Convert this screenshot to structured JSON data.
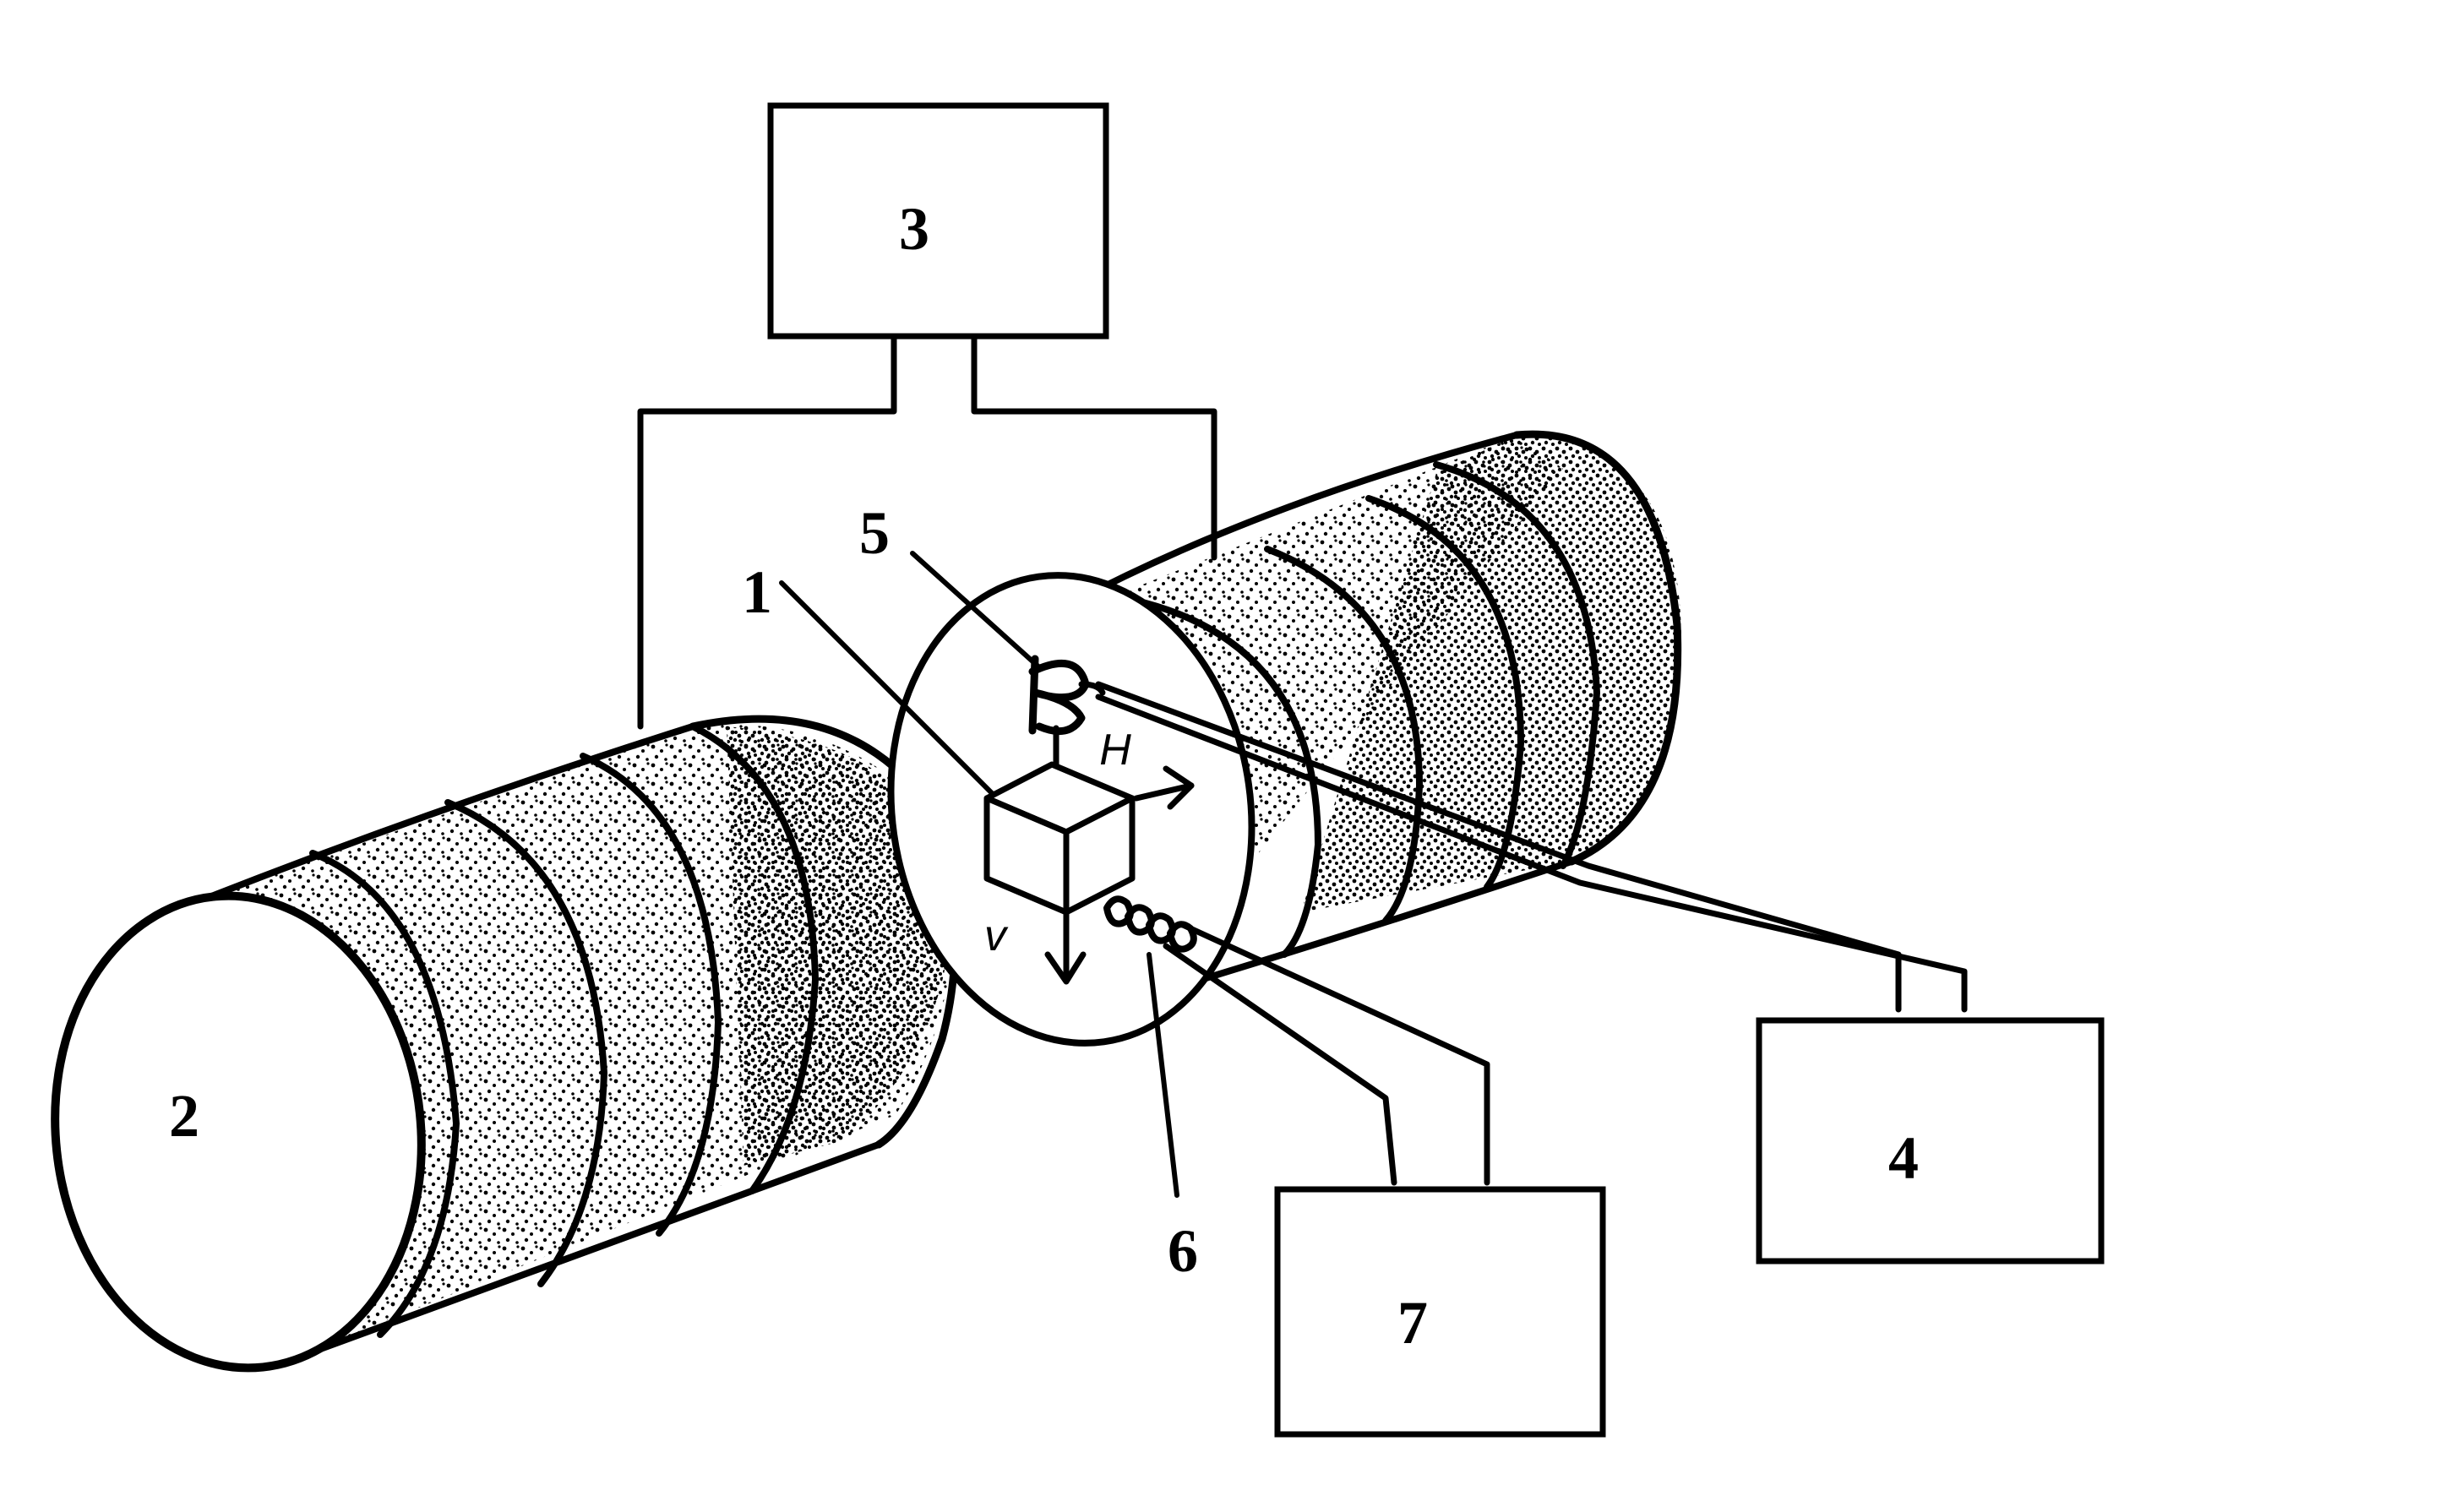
{
  "labels": {
    "part1": "1",
    "part2": "2",
    "part3": "3",
    "part4": "4",
    "part5": "5",
    "part6": "6",
    "part7": "7",
    "field_H": "H",
    "velocity_v": "v"
  },
  "colors": {
    "ink": "#000000",
    "background": "#ffffff"
  }
}
